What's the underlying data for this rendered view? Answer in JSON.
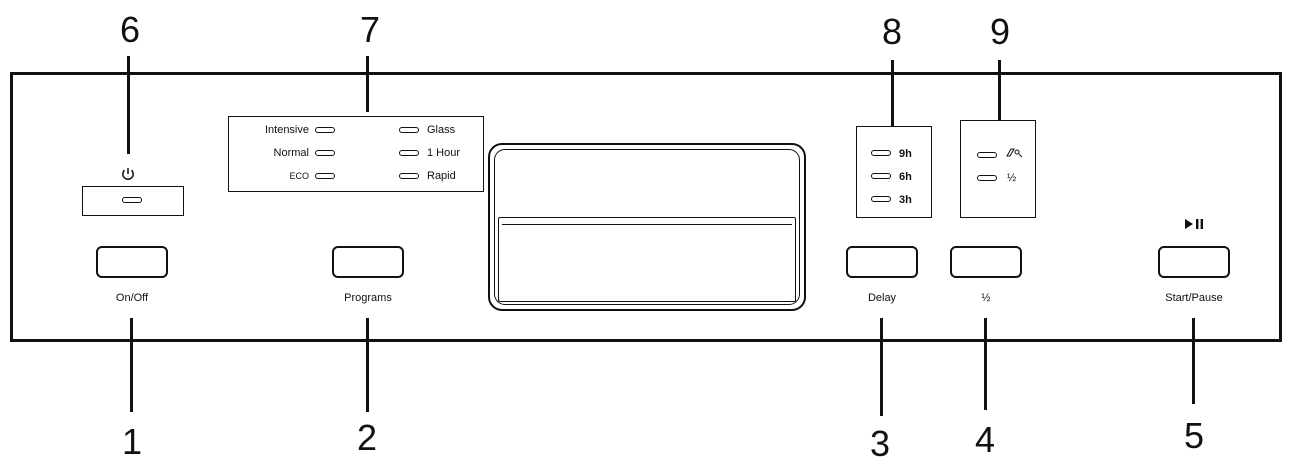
{
  "callouts": {
    "c1": "1",
    "c2": "2",
    "c3": "3",
    "c4": "4",
    "c5": "5",
    "c6": "6",
    "c7": "7",
    "c8": "8",
    "c9": "9"
  },
  "buttons": {
    "onoff": "On/Off",
    "programs": "Programs",
    "delay": "Delay",
    "half": "½",
    "start_pause": "Start/Pause"
  },
  "programs": {
    "left": [
      "Intensive",
      "Normal",
      "ECO"
    ],
    "right": [
      "Glass",
      "1 Hour",
      "Rapid"
    ]
  },
  "delay_options": [
    "9h",
    "6h",
    "3h"
  ],
  "function_options": [
    "½"
  ],
  "icons": {
    "power": "power-icon",
    "play_pause": "play-pause-icon",
    "tablet": "tablet-icon"
  }
}
